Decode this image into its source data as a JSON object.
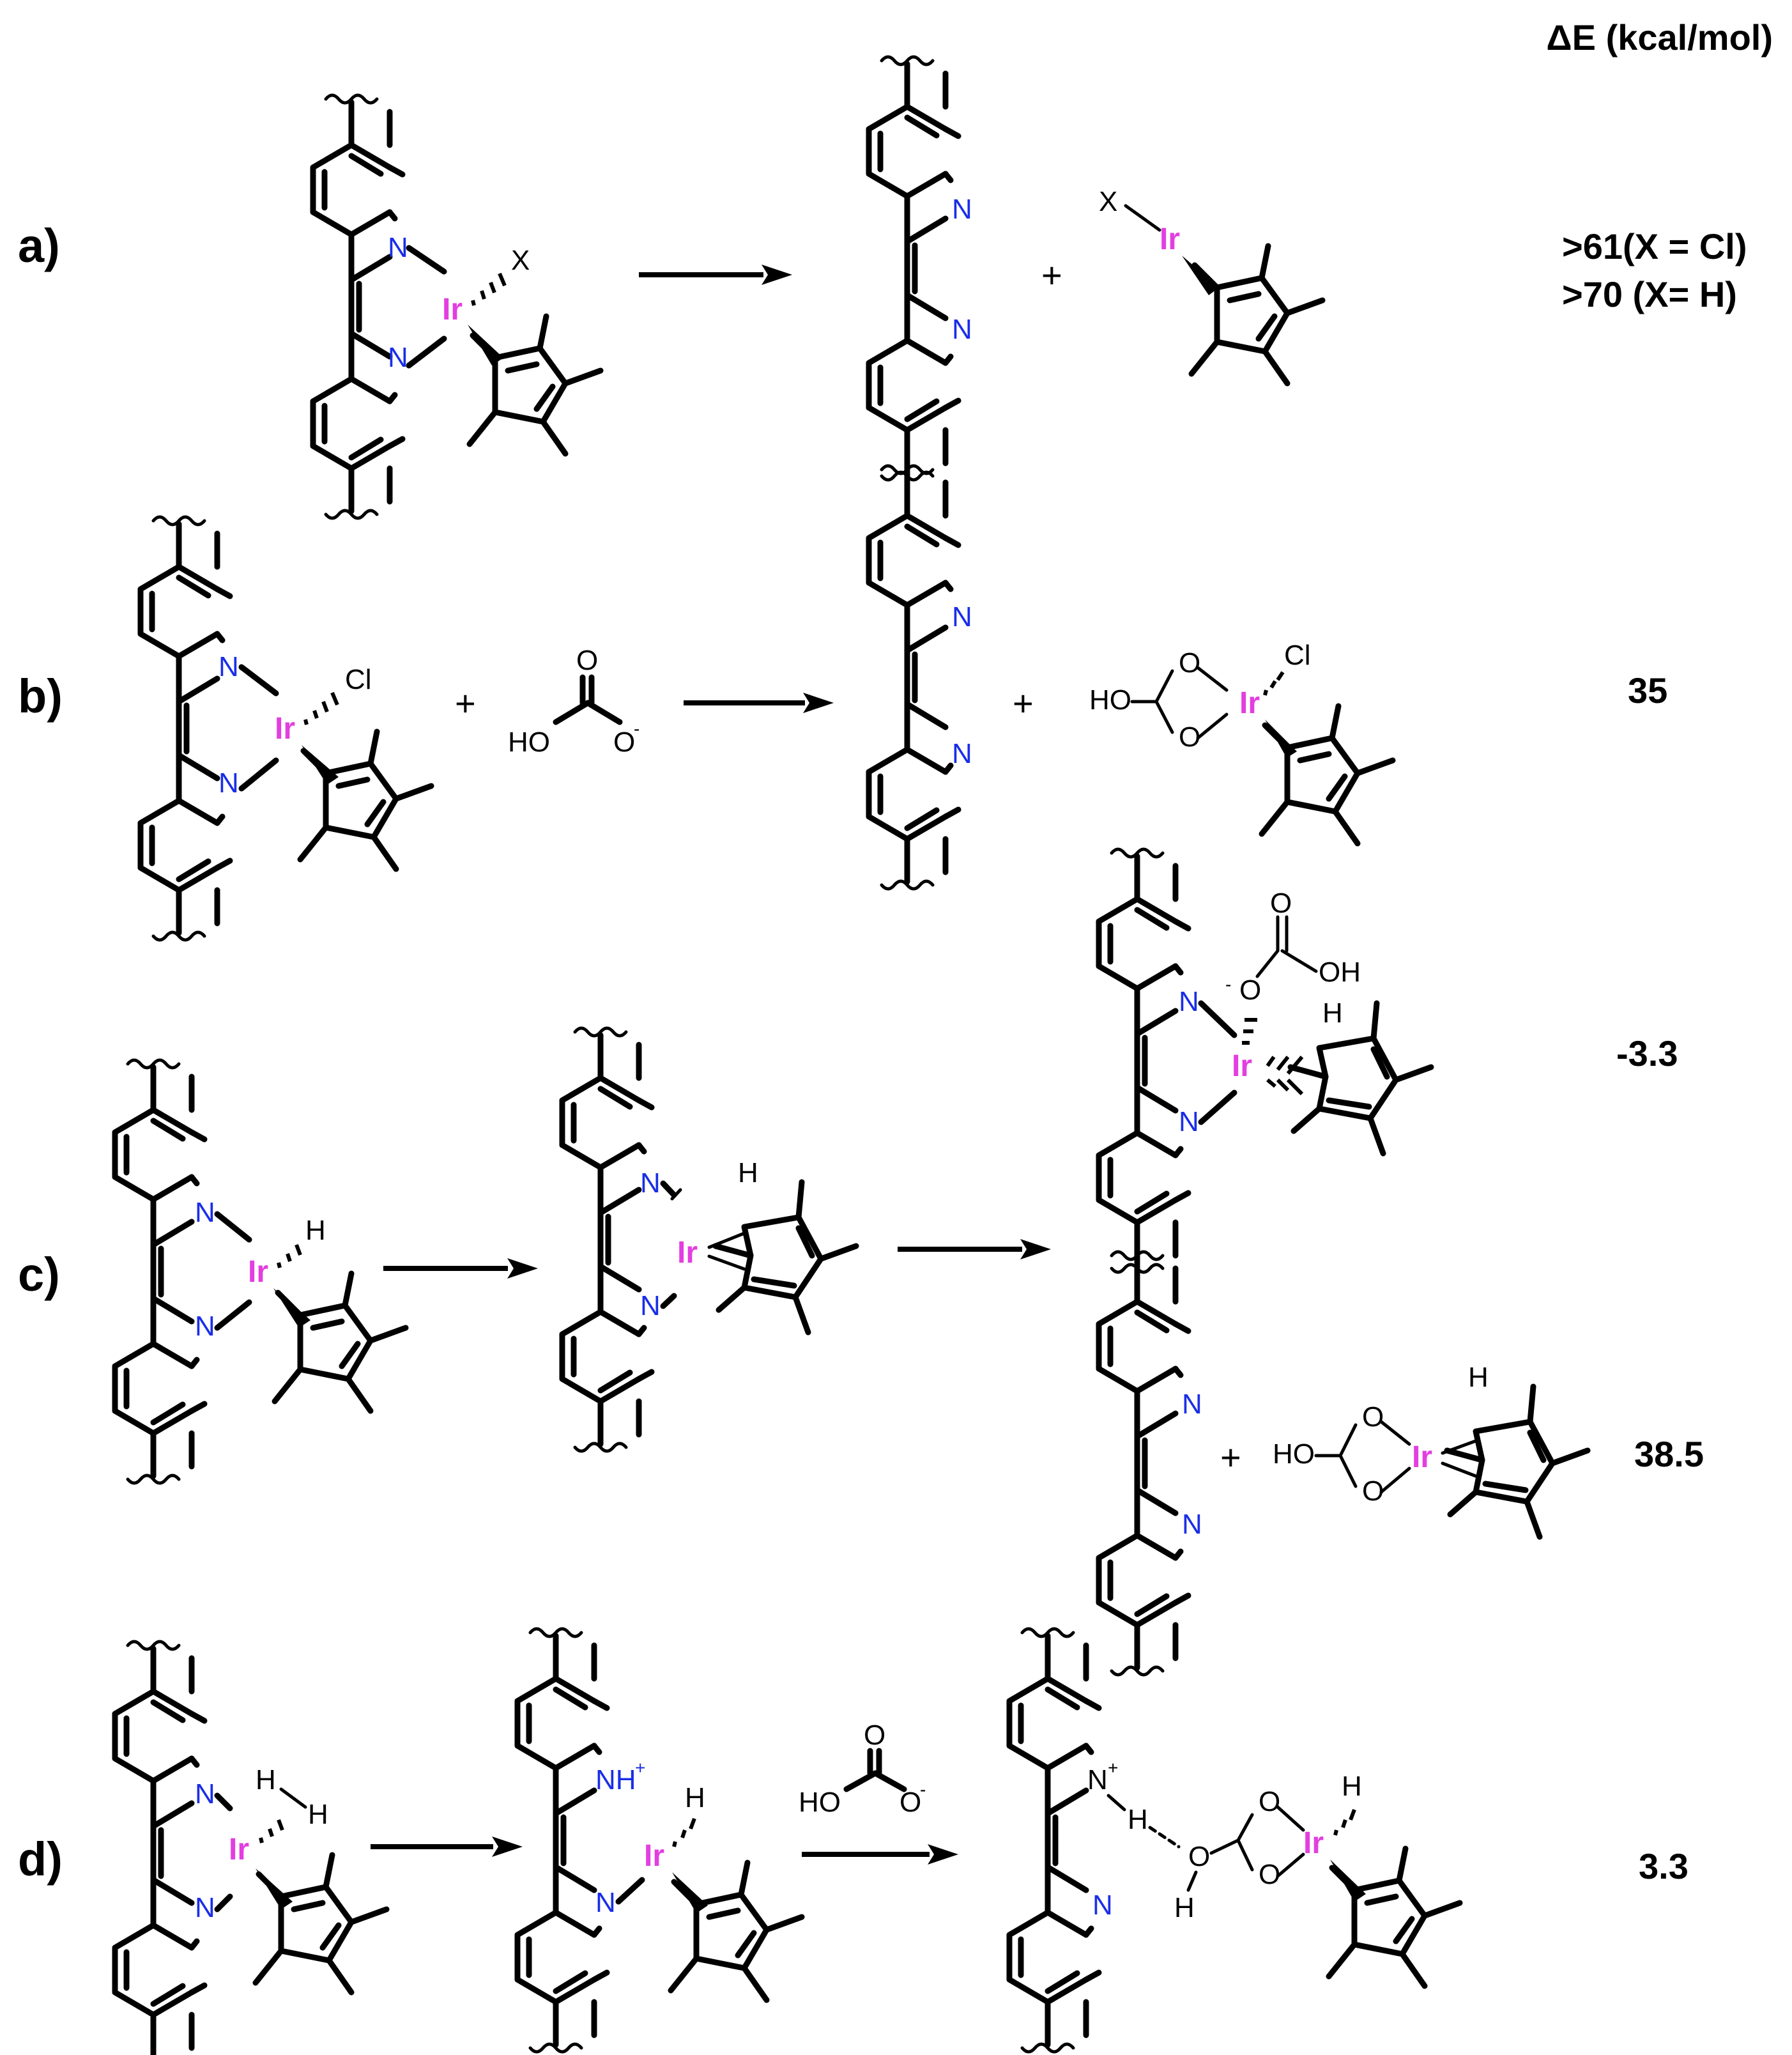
{
  "header": {
    "energy_title": "ΔE (kcal/mol)"
  },
  "rows": [
    {
      "label": "a)",
      "energies": [
        ">61(X = Cl)",
        ">70 (X= H)"
      ]
    },
    {
      "label": "b)",
      "energies": [
        "35"
      ]
    },
    {
      "label": "c)",
      "energies": [
        "-3.3",
        "38.5"
      ]
    },
    {
      "label": "d)",
      "energies": [
        "3.3"
      ]
    }
  ],
  "atoms": {
    "ir": "Ir",
    "n": "N",
    "nh_plus": "NH",
    "n_plus": "N",
    "plus_sup": "+",
    "h": "H",
    "o": "O",
    "ho": "HO",
    "oh": "OH",
    "cl": "Cl",
    "x": "X",
    "o_minus_sup": "-",
    "plus_sign": "+"
  },
  "colors": {
    "nitrogen": "#1a2ee8",
    "iridium": "#e33ee0",
    "bond": "#000000"
  }
}
